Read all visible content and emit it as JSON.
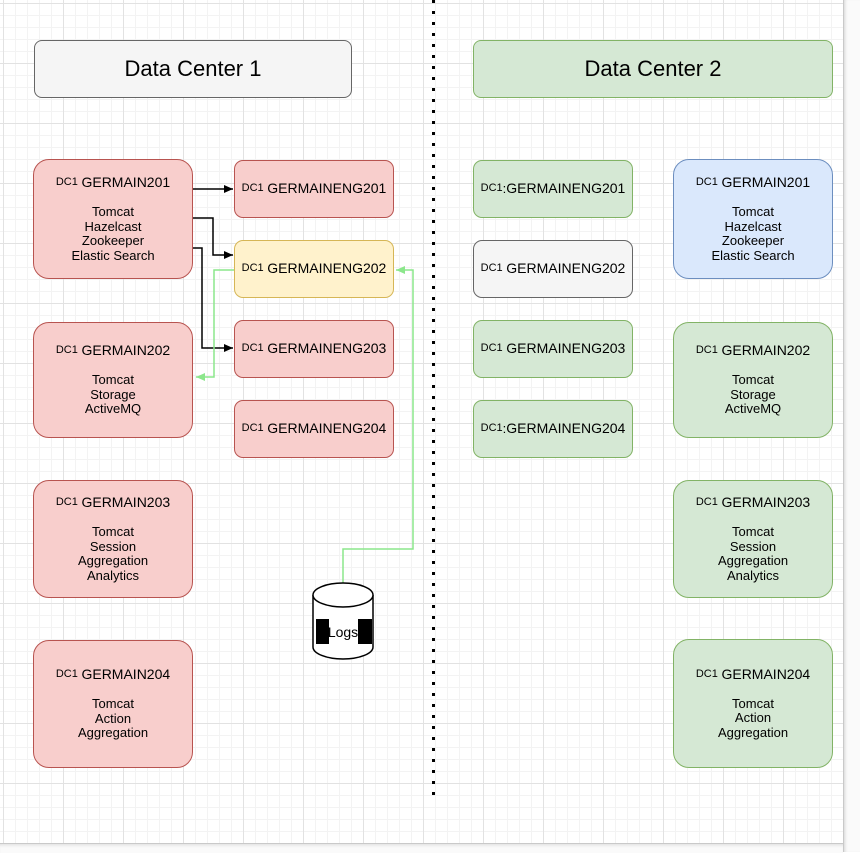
{
  "headers": {
    "dc1": "Data Center 1",
    "dc2": "Data Center 2"
  },
  "dc1_column": {
    "servers": [
      {
        "tag": "DC1",
        "sep": " ",
        "name": "GERMAIN201",
        "services": [
          "Tomcat",
          "Hazelcast",
          "Zookeeper",
          "Elastic Search"
        ]
      },
      {
        "tag": "DC1",
        "sep": " ",
        "name": "GERMAIN202",
        "services": [
          "Tomcat",
          "Storage",
          "ActiveMQ"
        ]
      },
      {
        "tag": "DC1",
        "sep": " ",
        "name": "GERMAIN203",
        "services": [
          "Tomcat",
          "Session",
          "Aggregation",
          "Analytics"
        ]
      },
      {
        "tag": "DC1",
        "sep": " ",
        "name": "GERMAIN204",
        "services": [
          "Tomcat",
          "Action",
          "Aggregation"
        ]
      }
    ],
    "eng_nodes": [
      {
        "tag": "DC1",
        "sep": " ",
        "name": "GERMAINENG201"
      },
      {
        "tag": "DC1",
        "sep": " ",
        "name": "GERMAINENG202"
      },
      {
        "tag": "DC1",
        "sep": " ",
        "name": "GERMAINENG203"
      },
      {
        "tag": "DC1",
        "sep": " ",
        "name": "GERMAINENG204"
      }
    ]
  },
  "dc2_column": {
    "eng_nodes": [
      {
        "tag": "DC1",
        "sep": ":",
        "name": "GERMAINENG201"
      },
      {
        "tag": "DC1",
        "sep": " ",
        "name": "GERMAINENG202"
      },
      {
        "tag": "DC1",
        "sep": " ",
        "name": "GERMAINENG203"
      },
      {
        "tag": "DC1",
        "sep": ":",
        "name": "GERMAINENG204"
      }
    ],
    "servers": [
      {
        "tag": "DC1",
        "sep": " ",
        "name": "GERMAIN201",
        "services": [
          "Tomcat",
          "Hazelcast",
          "Zookeeper",
          "Elastic Search"
        ]
      },
      {
        "tag": "DC1",
        "sep": " ",
        "name": "GERMAIN202",
        "services": [
          "Tomcat",
          "Storage",
          "ActiveMQ"
        ]
      },
      {
        "tag": "DC1",
        "sep": " ",
        "name": "GERMAIN203",
        "services": [
          "Tomcat",
          "Session",
          "Aggregation",
          "Analytics"
        ]
      },
      {
        "tag": "DC1",
        "sep": " ",
        "name": "GERMAIN204",
        "services": [
          "Tomcat",
          "Action",
          "Aggregation"
        ]
      }
    ]
  },
  "cylinder": {
    "label": "Logs"
  },
  "colors": {
    "red_fill": "#f8cecc",
    "red_stroke": "#b85450",
    "yellow_fill": "#fff2cc",
    "yellow_stroke": "#d6b656",
    "green_fill": "#d5e8d4",
    "green_stroke": "#82b366",
    "blue_fill": "#dae8fc",
    "blue_stroke": "#6c8ebf",
    "gray_fill": "#f5f5f5",
    "gray_stroke": "#666666",
    "edge_black": "#000000",
    "edge_green": "#8ce78c"
  }
}
